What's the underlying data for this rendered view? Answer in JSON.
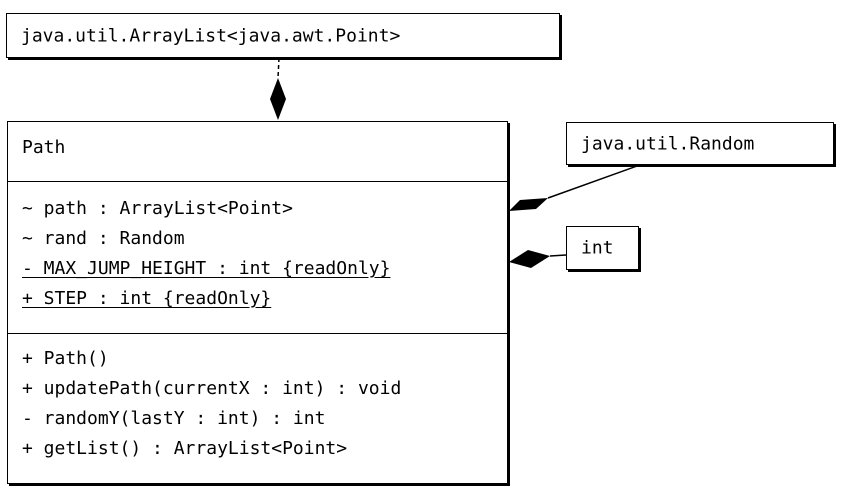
{
  "classes": {
    "array_list": {
      "name": "java.util.ArrayList<java.awt.Point>"
    },
    "random": {
      "name": "java.util.Random"
    },
    "int_type": {
      "name": "int"
    },
    "path": {
      "name": "Path",
      "attributes": [
        "~ path : ArrayList<Point>",
        "~ rand : Random",
        "- MAX_JUMP_HEIGHT : int {readOnly}",
        "+ STEP : int {readOnly}"
      ],
      "operations": [
        "+ Path()",
        "+ updatePath(currentX : int) : void",
        "- randomY(lastY : int) : int",
        "+ getList() : ArrayList<Point>"
      ]
    }
  },
  "relations": [
    {
      "from": "java.util.ArrayList<java.awt.Point>",
      "to": "Path",
      "type": "composition"
    },
    {
      "from": "java.util.Random",
      "to": "Path",
      "type": "composition"
    },
    {
      "from": "int",
      "to": "Path",
      "type": "composition"
    }
  ]
}
